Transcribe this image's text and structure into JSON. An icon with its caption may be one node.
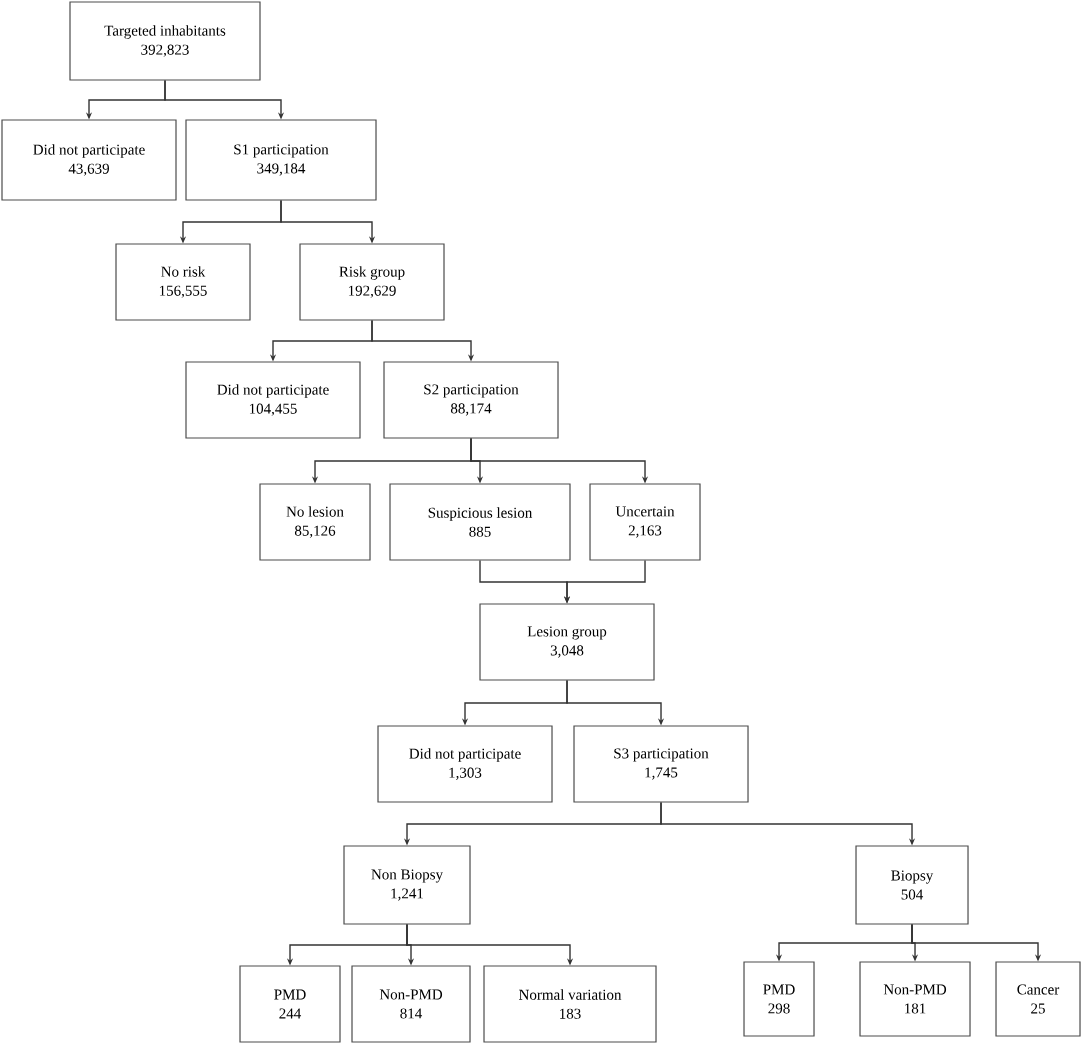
{
  "diagram": {
    "nodes": [
      {
        "text": [
          "Targeted inhabitants",
          "392,823"
        ]
      },
      {
        "text": [
          "Did not participate",
          "43,639"
        ]
      },
      {
        "text": [
          "S1 participation",
          "349,184"
        ]
      },
      {
        "text": [
          "No risk",
          "156,555"
        ]
      },
      {
        "text": [
          "Risk group",
          "192,629"
        ]
      },
      {
        "text": [
          "Did not participate",
          "104,455"
        ]
      },
      {
        "text": [
          "S2 participation",
          "88,174"
        ]
      },
      {
        "text": [
          "No lesion",
          "85,126"
        ]
      },
      {
        "text": [
          "Suspicious lesion",
          "885"
        ]
      },
      {
        "text": [
          "Uncertain",
          "2,163"
        ]
      },
      {
        "text": [
          "Lesion group",
          "3,048"
        ]
      },
      {
        "text": [
          "Did not participate",
          "1,303"
        ]
      },
      {
        "text": [
          "S3 participation",
          "1,745"
        ]
      },
      {
        "text": [
          "Non Biopsy",
          "1,241"
        ]
      },
      {
        "text": [
          "Biopsy",
          "504"
        ]
      },
      {
        "text": [
          "PMD",
          "244"
        ]
      },
      {
        "text": [
          "Non-PMD",
          "814"
        ]
      },
      {
        "text": [
          "Normal variation",
          "183"
        ]
      },
      {
        "text": [
          "PMD",
          "298"
        ]
      },
      {
        "text": [
          "Non-PMD",
          "181"
        ]
      },
      {
        "text": [
          "Cancer",
          "25"
        ]
      }
    ],
    "edges": [
      {
        "from": 0,
        "to": 1,
        "arrow": "to"
      },
      {
        "from": 0,
        "to": 2,
        "arrow": "to"
      },
      {
        "from": 2,
        "to": 3,
        "arrow": "to"
      },
      {
        "from": 2,
        "to": 4,
        "arrow": "to"
      },
      {
        "from": 4,
        "to": 5,
        "arrow": "to"
      },
      {
        "from": 4,
        "to": 6,
        "arrow": "to"
      },
      {
        "from": 6,
        "to": 7,
        "arrow": "to"
      },
      {
        "from": 6,
        "to": 8,
        "arrow": "to"
      },
      {
        "from": 6,
        "to": 9,
        "arrow": "to"
      },
      {
        "from": 8,
        "to": 10,
        "arrow": "to"
      },
      {
        "from": 9,
        "to": 10,
        "arrow": "to"
      },
      {
        "from": 10,
        "to": 11,
        "arrow": "to"
      },
      {
        "from": 10,
        "to": 12,
        "arrow": "to"
      },
      {
        "from": 12,
        "to": 13,
        "arrow": "to"
      },
      {
        "from": 12,
        "to": 14,
        "arrow": "to"
      },
      {
        "from": 13,
        "to": 15,
        "arrow": "to"
      },
      {
        "from": 13,
        "to": 16,
        "arrow": "to"
      },
      {
        "from": 13,
        "to": 17,
        "arrow": "to"
      },
      {
        "from": 14,
        "to": 18,
        "arrow": "to"
      },
      {
        "from": 14,
        "to": 19,
        "arrow": "to"
      },
      {
        "from": 14,
        "to": 20,
        "arrow": "to"
      }
    ]
  }
}
